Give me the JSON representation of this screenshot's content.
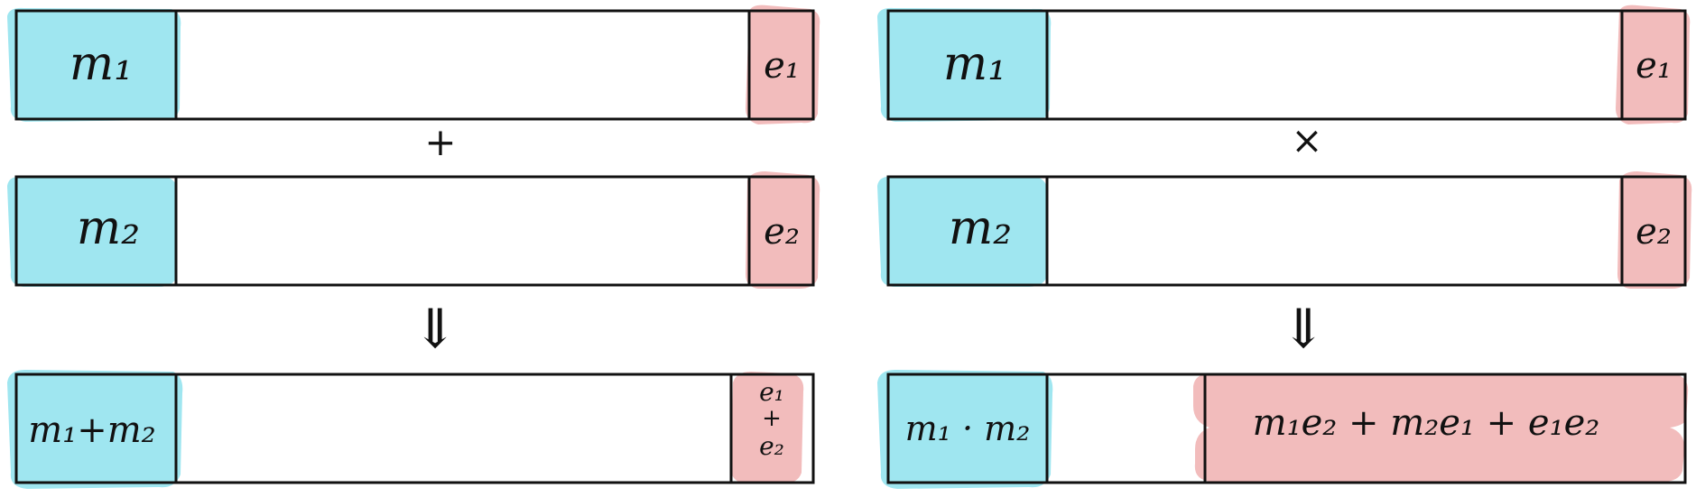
{
  "colors": {
    "mantissa": "#9fe6f0",
    "error": "#f2bcbc",
    "stroke": "#111111"
  },
  "left": {
    "row1": {
      "m": "m₁",
      "e": "e₁"
    },
    "operator": "+",
    "row2": {
      "m": "m₂",
      "e": "e₂"
    },
    "arrow": "⇓",
    "result": {
      "m": "m₁+m₂",
      "e_top": "e₁",
      "e_mid": "+",
      "e_bot": "e₂"
    }
  },
  "right": {
    "row1": {
      "m": "m₁",
      "e": "e₁"
    },
    "operator": "×",
    "row2": {
      "m": "m₂",
      "e": "e₂"
    },
    "arrow": "⇓",
    "result": {
      "m": "m₁ · m₂",
      "e": "m₁e₂ + m₂e₁ + e₁e₂"
    }
  }
}
